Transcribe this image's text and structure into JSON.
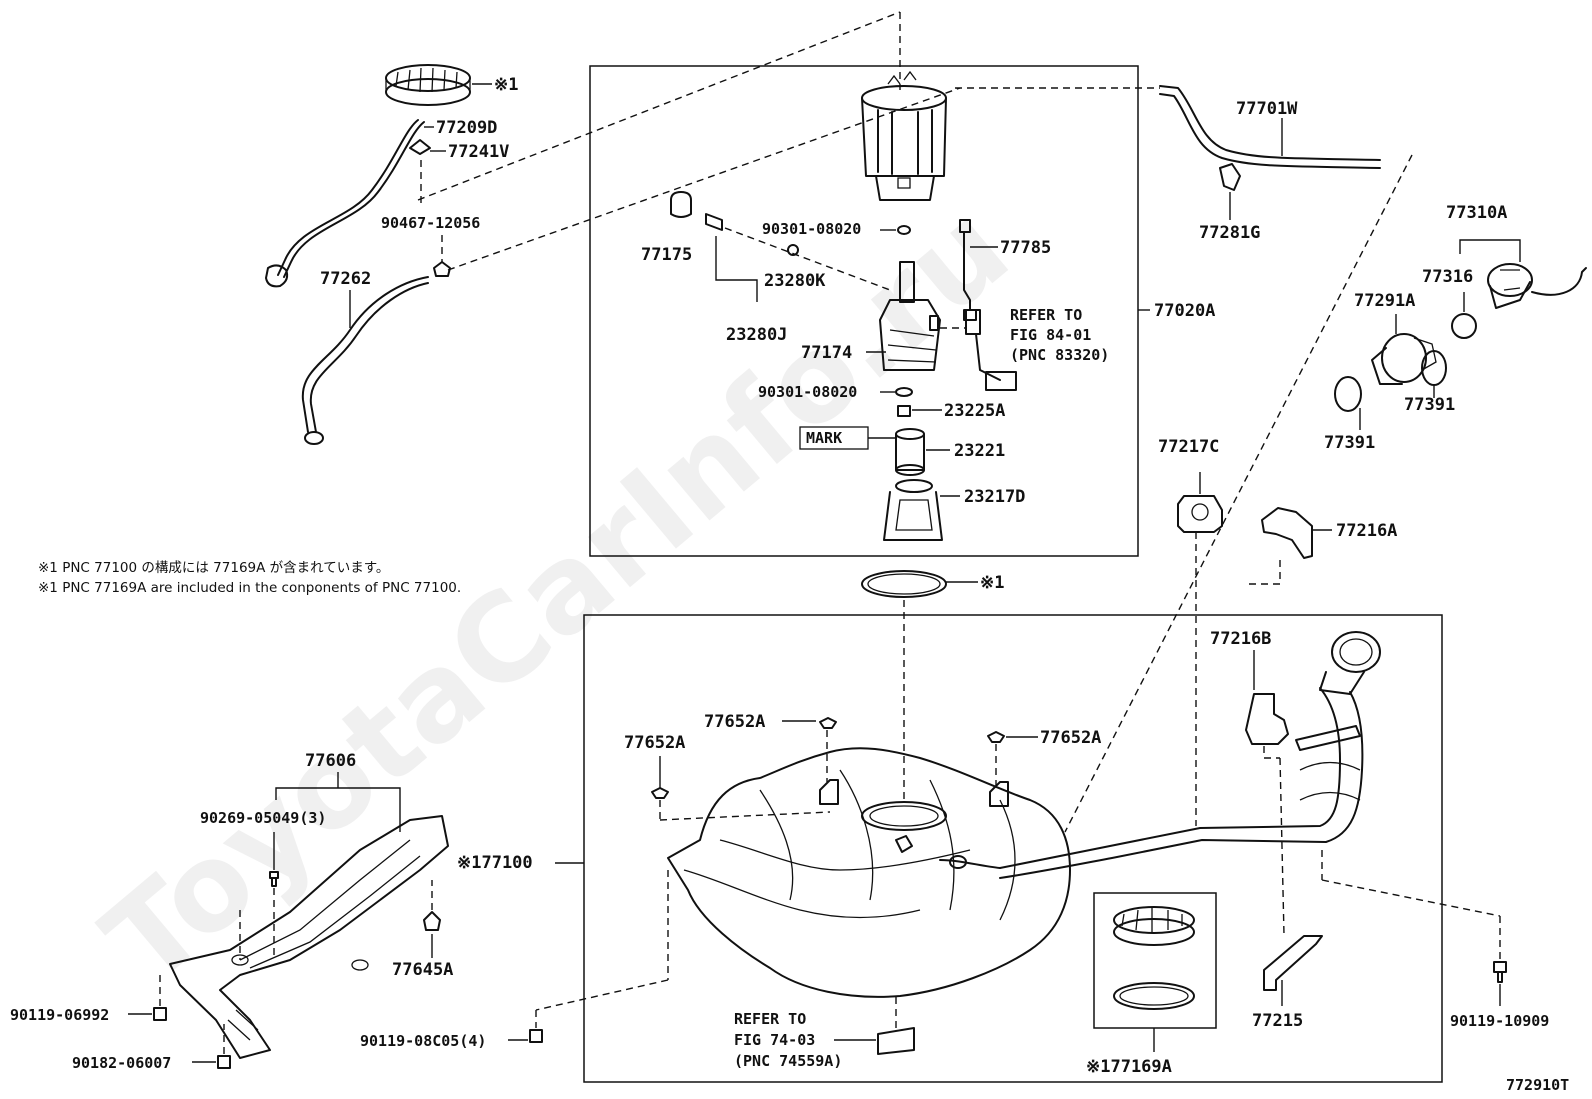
{
  "watermark": "ToyotaCarInfo.ru",
  "figure_code": "772910T",
  "notes": {
    "note_jp": "※1 PNC 77100 の構成には 77169A が含まれています。",
    "note_en": "※1 PNC 77169A are included in the conponents of PNC 77100."
  },
  "labels": {
    "p77209D": "77209D",
    "p77241V": "77241V",
    "star1_ring": "※1",
    "p90467_12056": "90467-12056",
    "p77262": "77262",
    "p77175": "77175",
    "p90301_08020_top": "90301-08020",
    "p23280K": "23280K",
    "p23280J": "23280J",
    "p77785": "77785",
    "refer_84_1": "REFER TO",
    "refer_84_2": "FIG 84-01",
    "refer_84_3": "(PNC 83320)",
    "p77020A": "77020A",
    "p77174": "77174",
    "p90301_08020_bot": "90301-08020",
    "p23225A": "23225A",
    "mark": "MARK",
    "p23221": "23221",
    "p23217D": "23217D",
    "star1_gasket": "※1",
    "p77701W": "77701W",
    "p77281G": "77281G",
    "p77310A": "77310A",
    "p77316": "77316",
    "p77291A": "77291A",
    "p77391_a": "77391",
    "p77391_b": "77391",
    "p77217C": "77217C",
    "p77216A": "77216A",
    "p77216B": "77216B",
    "p77652A_a": "77652A",
    "p77652A_b": "77652A",
    "p77652A_c": "77652A",
    "p77606": "77606",
    "p90269_05049": "90269-05049(3)",
    "p77100": "※177100",
    "p77645A": "77645A",
    "p90119_06992": "90119-06992",
    "p90182_06007": "90182-06007",
    "p90119_08C05": "90119-08C05(4)",
    "refer_74_1": "REFER TO",
    "refer_74_2": "FIG 74-03",
    "refer_74_3": "(PNC 74559A)",
    "p77169A": "※177169A",
    "p77215": "77215",
    "p90119_10909": "90119-10909"
  }
}
